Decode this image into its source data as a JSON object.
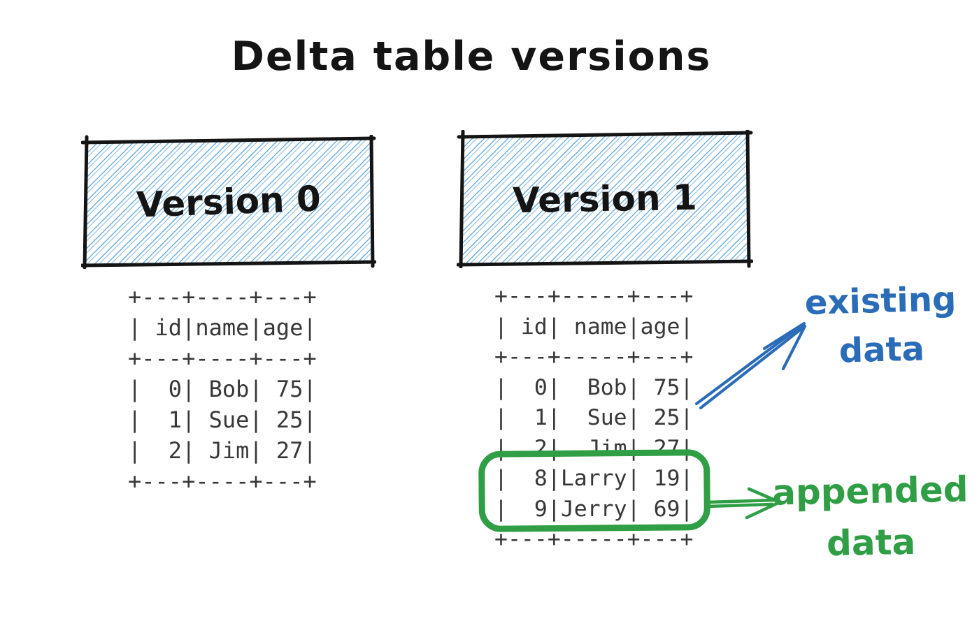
{
  "title": "Delta table versions",
  "colors": {
    "ink": "#141414",
    "table_text": "#383838",
    "hatch_blue": "#4b9ad8",
    "existing_blue": "#2b6cb8",
    "appended_green": "#2f9e44"
  },
  "version0": {
    "label": "Version 0",
    "columns": [
      "id",
      "name",
      "age"
    ],
    "rows": [
      [
        "0",
        "Bob",
        "75"
      ],
      [
        "1",
        "Sue",
        "25"
      ],
      [
        "2",
        "Jim",
        "27"
      ]
    ],
    "ascii": [
      "+---+----+---+",
      "| id|name|age|",
      "+---+----+---+",
      "|  0| Bob| 75|",
      "|  1| Sue| 25|",
      "|  2| Jim| 27|",
      "+---+----+---+"
    ]
  },
  "version1": {
    "label": "Version 1",
    "columns": [
      "id",
      "name",
      "age"
    ],
    "rows": [
      [
        "0",
        "Bob",
        "75"
      ],
      [
        "1",
        "Sue",
        "25"
      ],
      [
        "2",
        "Jim",
        "27"
      ],
      [
        "8",
        "Larry",
        "19"
      ],
      [
        "9",
        "Jerry",
        "69"
      ]
    ],
    "appended_rows": [
      [
        "8",
        "Larry",
        "19"
      ],
      [
        "9",
        "Jerry",
        "69"
      ]
    ],
    "ascii": [
      "+---+-----+---+",
      "| id| name|age|",
      "+---+-----+---+",
      "|  0|  Bob| 75|",
      "|  1|  Sue| 25|",
      "|  2|  Jim| 27|",
      "|  8|Larry| 19|",
      "|  9|Jerry| 69|",
      "+---+-----+---+"
    ]
  },
  "annotations": {
    "existing": {
      "line1": "existing",
      "line2": "data"
    },
    "appended": {
      "line1": "appended",
      "line2": "data"
    }
  }
}
